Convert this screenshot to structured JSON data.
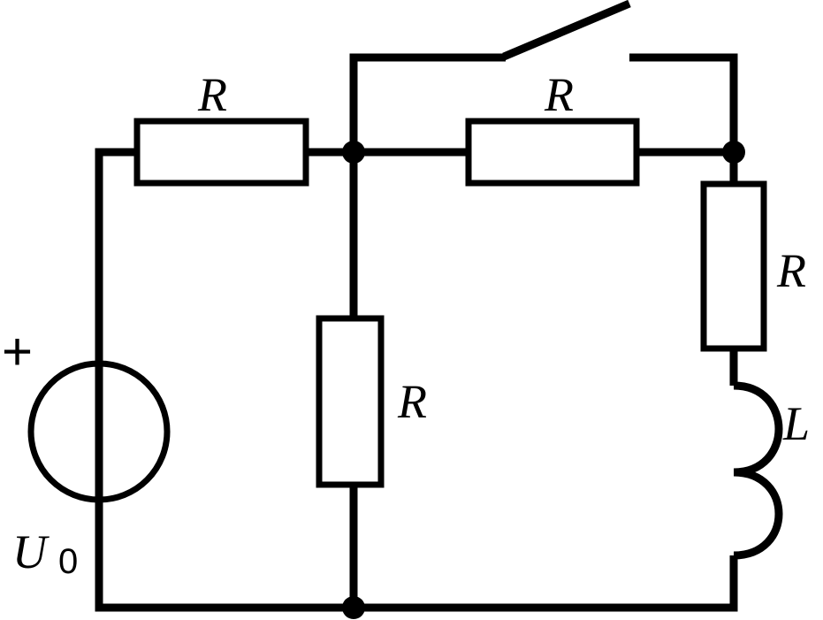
{
  "labels": {
    "r_top_left": "R",
    "r_top_right": "R",
    "r_middle": "R",
    "r_right": "R",
    "inductor": "L",
    "source_main": "U",
    "source_sub": "0",
    "source_polarity": "+"
  },
  "colors": {
    "line": "#000000",
    "background": "#ffffff"
  }
}
